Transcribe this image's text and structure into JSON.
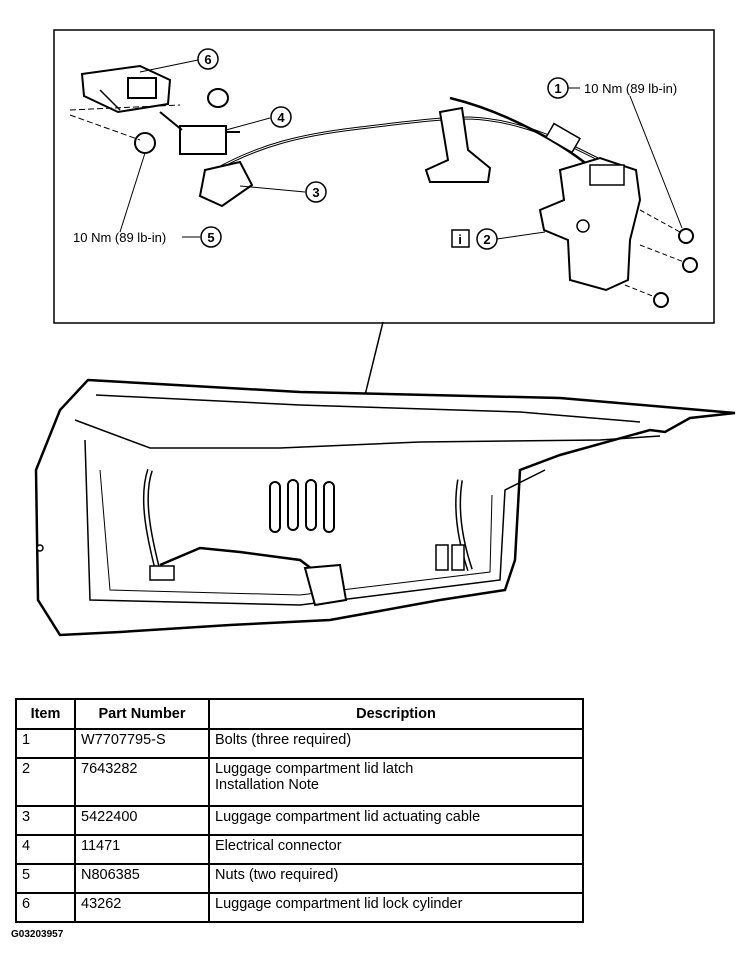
{
  "callouts": {
    "c1": {
      "num": "1",
      "label": "10 Nm (89 lb-in)"
    },
    "c2": {
      "num": "2",
      "info_icon": "i"
    },
    "c3": {
      "num": "3"
    },
    "c4": {
      "num": "4"
    },
    "c5": {
      "num": "5",
      "label": "10 Nm (89 lb-in)"
    },
    "c6": {
      "num": "6"
    }
  },
  "table": {
    "headers": {
      "item": "Item",
      "part_number": "Part Number",
      "description": "Description"
    },
    "rows": [
      {
        "item": "1",
        "part_number": "W7707795-S",
        "description": "Bolts (three required)"
      },
      {
        "item": "2",
        "part_number": "7643282",
        "description": "Luggage compartment lid latch",
        "description2": "Installation Note"
      },
      {
        "item": "3",
        "part_number": "5422400",
        "description": "Luggage compartment lid actuating cable"
      },
      {
        "item": "4",
        "part_number": "11471",
        "description": "Electrical connector"
      },
      {
        "item": "5",
        "part_number": "N806385",
        "description": "Nuts (two required)"
      },
      {
        "item": "6",
        "part_number": "43262",
        "description": "Luggage compartment lid lock cylinder"
      }
    ]
  },
  "figure_code": "G03203957"
}
